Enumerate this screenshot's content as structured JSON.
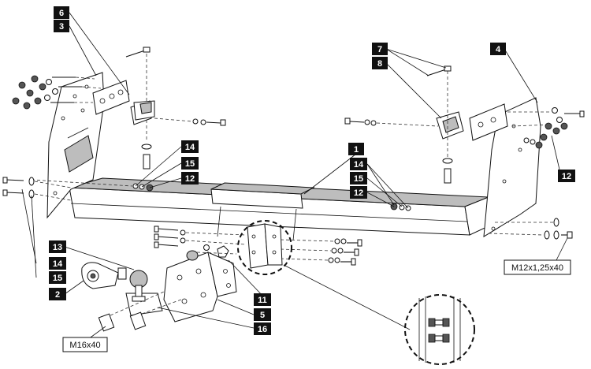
{
  "labels": {
    "l6": "6",
    "l3": "3",
    "l7": "7",
    "l8": "8",
    "l4": "4",
    "l1": "1",
    "l14a": "14",
    "l15a": "15",
    "l12a": "12",
    "l14b": "14",
    "l15b": "15",
    "l12b": "12",
    "l12c": "12",
    "l13": "13",
    "l14c": "14",
    "l15c": "15",
    "l2": "2",
    "l11": "11",
    "l5": "5",
    "l16": "16"
  },
  "specs": {
    "bolt_left": "M16x40",
    "bolt_right": "M12x1,25x40"
  }
}
